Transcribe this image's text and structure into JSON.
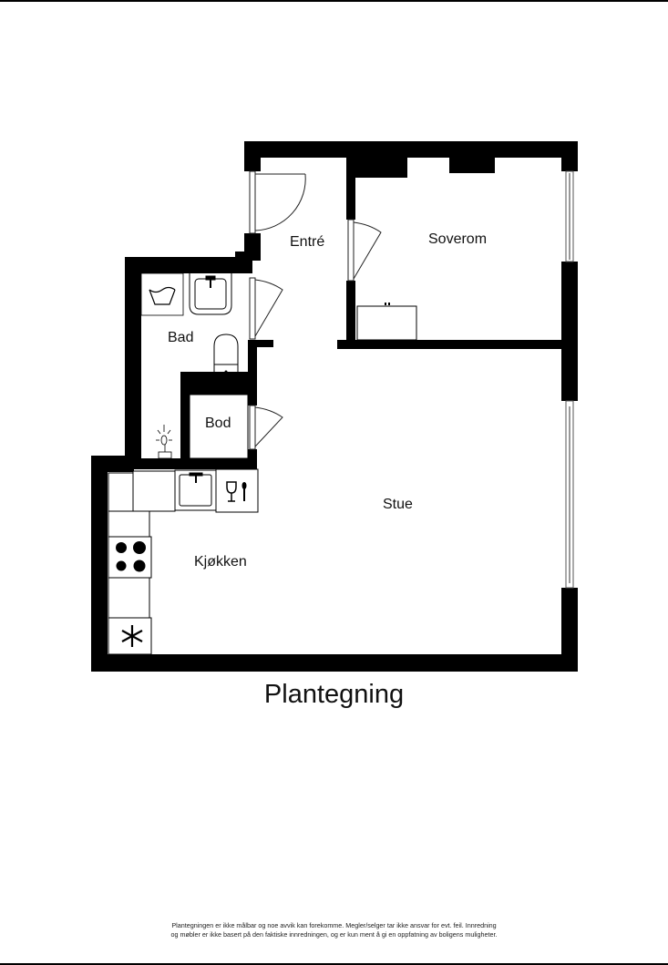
{
  "plan": {
    "title": "Plantegning",
    "rooms": [
      {
        "name": "Entré"
      },
      {
        "name": "Soverom"
      },
      {
        "name": "Bad"
      },
      {
        "name": "Bod"
      },
      {
        "name": "Stue"
      },
      {
        "name": "Kjøkken"
      }
    ],
    "fixtures": [
      {
        "icon": "washing-machine-icon",
        "room": "Bad"
      },
      {
        "icon": "sink-icon",
        "room": "Bad"
      },
      {
        "icon": "toilet-icon",
        "room": "Bad"
      },
      {
        "icon": "shower-icon",
        "room": "Bad"
      },
      {
        "icon": "kitchen-sink-icon",
        "room": "Kjøkken"
      },
      {
        "icon": "dishwasher-icon",
        "room": "Kjøkken"
      },
      {
        "icon": "stove-icon",
        "room": "Kjøkken"
      },
      {
        "icon": "fridge-freezer-icon",
        "room": "Kjøkken"
      }
    ],
    "colors": {
      "wall": "#000000",
      "background": "#ffffff",
      "window": "#999999"
    }
  },
  "disclaimer": {
    "line1": "Plantegningen er ikke målbar og noe avvik kan forekomme. Megler/selger tar ikke ansvar for evt. feil. Innredning",
    "line2": "og møbler er ikke basert på den faktiske innredningen, og er kun ment å gi en oppfatning av boligens muligheter."
  }
}
